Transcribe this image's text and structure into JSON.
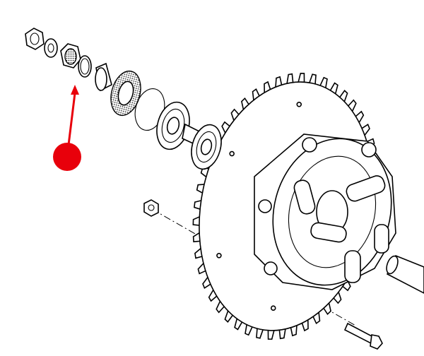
{
  "diagram": {
    "colors": {
      "marker": "#e8000b",
      "line": "#000000",
      "background": "#ffffff"
    },
    "sprocket": {
      "tooth_count": 48
    },
    "callout": {
      "target": "spacer-ring",
      "marker_shape": "dot-with-arrow"
    }
  }
}
